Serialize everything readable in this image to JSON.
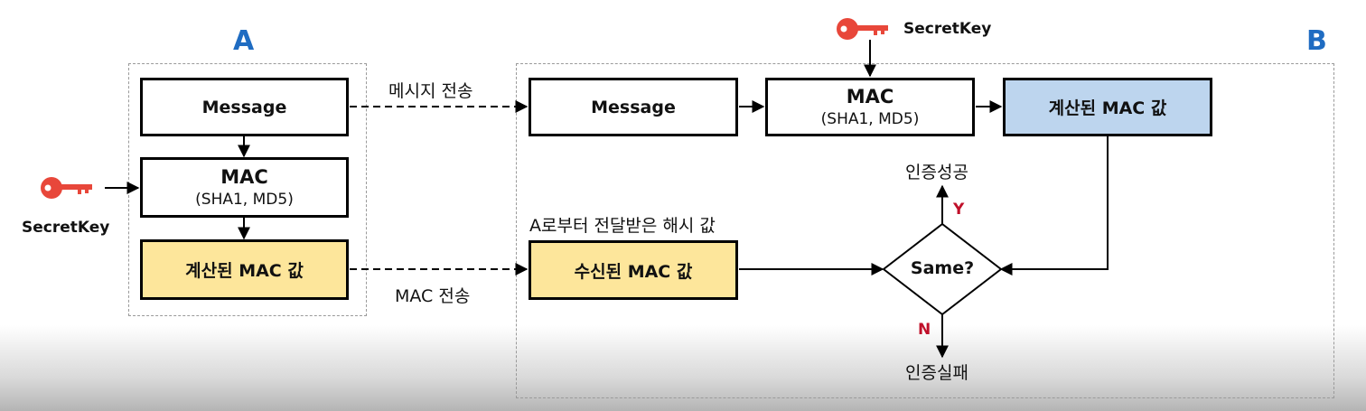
{
  "sections": {
    "a_label": "A",
    "b_label": "B"
  },
  "sender": {
    "message_label": "Message",
    "mac_label": "MAC",
    "mac_algorithms": "(SHA1, MD5)",
    "computed_mac_label": "계산된 MAC 값",
    "secret_key_label": "SecretKey"
  },
  "receiver": {
    "message_label": "Message",
    "mac_label": "MAC",
    "mac_algorithms": "(SHA1, MD5)",
    "computed_mac_label": "계산된 MAC 값",
    "received_mac_label": "수신된 MAC 값",
    "received_hash_caption": "A로부터 전달받은 해시 값",
    "secret_key_label": "SecretKey",
    "decision_label": "Same?",
    "yes_label": "Y",
    "no_label": "N",
    "success_label": "인증성공",
    "failure_label": "인증실패"
  },
  "transfers": {
    "message_transfer": "메시지 전송",
    "mac_transfer": "MAC 전송"
  },
  "colors": {
    "section_label": "#1f6cc2",
    "key_icon": "#e8473a",
    "computed_mac_fill_a": "#fde69b",
    "computed_mac_fill_b": "#bdd5ee",
    "received_mac_fill": "#fde69b",
    "yes_no": "#c0102a"
  },
  "icons": [
    "key-icon"
  ]
}
